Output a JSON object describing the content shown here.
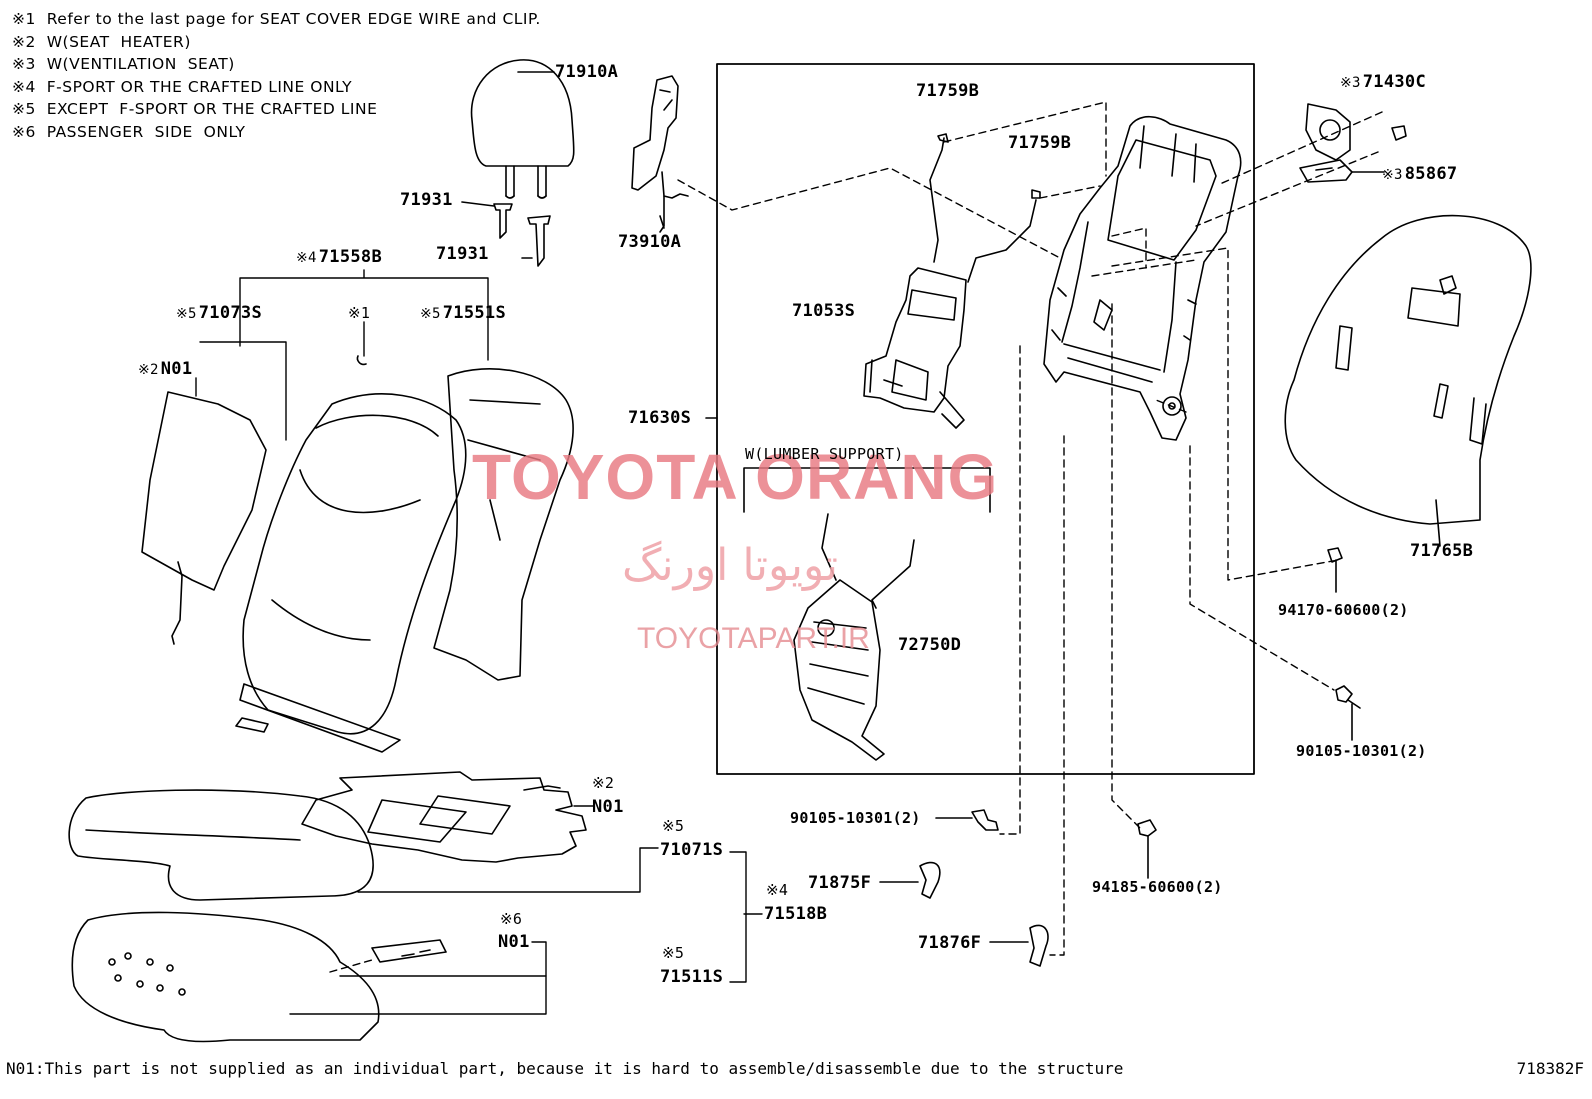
{
  "notes": [
    {
      "mark": "※1",
      "text": "Refer to the last page for SEAT COVER EDGE WIRE and CLIP."
    },
    {
      "mark": "※2",
      "text": "W(SEAT  HEATER)"
    },
    {
      "mark": "※3",
      "text": "W(VENTILATION  SEAT)"
    },
    {
      "mark": "※4",
      "text": "F-SPORT OR THE CRAFTED LINE ONLY"
    },
    {
      "mark": "※5",
      "text": "EXCEPT  F-SPORT OR THE CRAFTED LINE"
    },
    {
      "mark": "※6",
      "text": "PASSENGER  SIDE  ONLY"
    }
  ],
  "labels": {
    "headrest": "71910A",
    "support1": "71931",
    "support2": "71931",
    "blower": "73910A",
    "backcover_group": "71558B",
    "backcover_left": "71073S",
    "clip_ref": "※1",
    "backcover_right": "71551S",
    "heater_back": "N01",
    "wire1": "71759B",
    "wire2": "71759B",
    "spring": "71053S",
    "frame_assy": "71630S",
    "lumbar_title": "W(LUMBER  SUPPORT)",
    "lumbar": "72750D",
    "fan": "71430C",
    "fan_duct": "85867",
    "pad": "71765B",
    "nut1": "94170-60600(2)",
    "bolt1": "90105-10301(2)",
    "bolt2": "90105-10301(2)",
    "nut2": "94185-60600(2)",
    "heater_cushion": "N01",
    "cushion_cover": "71071S",
    "cushion_group": "71518B",
    "sensor": "N01",
    "cushion_cover2": "71511S",
    "shield1": "71875F",
    "shield2": "71876F"
  },
  "marks": {
    "m1": "※1",
    "m2": "※2",
    "m3": "※3",
    "m4": "※4",
    "m5": "※5",
    "m6": "※6"
  },
  "footer": "N01:This part is not supplied as an individual part, because it is hard to assemble/disassemble due to the structure",
  "figure_id": "718382F",
  "watermark": {
    "title": "TOYOTA ORANG",
    "arabic": "تویوتا اورنگ",
    "site": "TOYOTAPART.IR"
  }
}
